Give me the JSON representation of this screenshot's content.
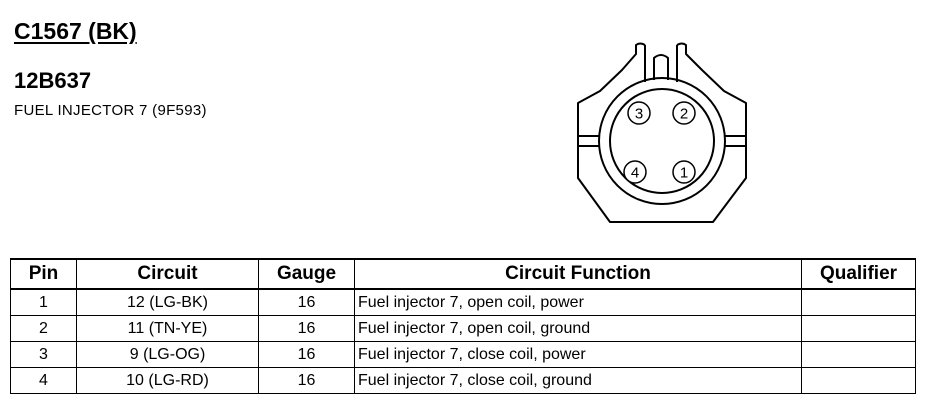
{
  "header": {
    "connector_id": "C1567 (BK)",
    "part_number": "12B637",
    "component": "FUEL INJECTOR 7 (9F593)"
  },
  "connector_face": {
    "pin_labels": [
      "3",
      "2",
      "4",
      "1"
    ]
  },
  "pinout_table": {
    "columns": [
      "Pin",
      "Circuit",
      "Gauge",
      "Circuit Function",
      "Qualifier"
    ],
    "rows": [
      {
        "pin": "1",
        "circuit": "12 (LG-BK)",
        "gauge": "16",
        "function": "Fuel injector 7, open coil, power",
        "qualifier": ""
      },
      {
        "pin": "2",
        "circuit": "11 (TN-YE)",
        "gauge": "16",
        "function": "Fuel injector 7, open coil, ground",
        "qualifier": ""
      },
      {
        "pin": "3",
        "circuit": "9 (LG-OG)",
        "gauge": "16",
        "function": "Fuel injector 7, close coil, power",
        "qualifier": ""
      },
      {
        "pin": "4",
        "circuit": "10 (LG-RD)",
        "gauge": "16",
        "function": "Fuel injector 7, close coil, ground",
        "qualifier": ""
      }
    ]
  }
}
